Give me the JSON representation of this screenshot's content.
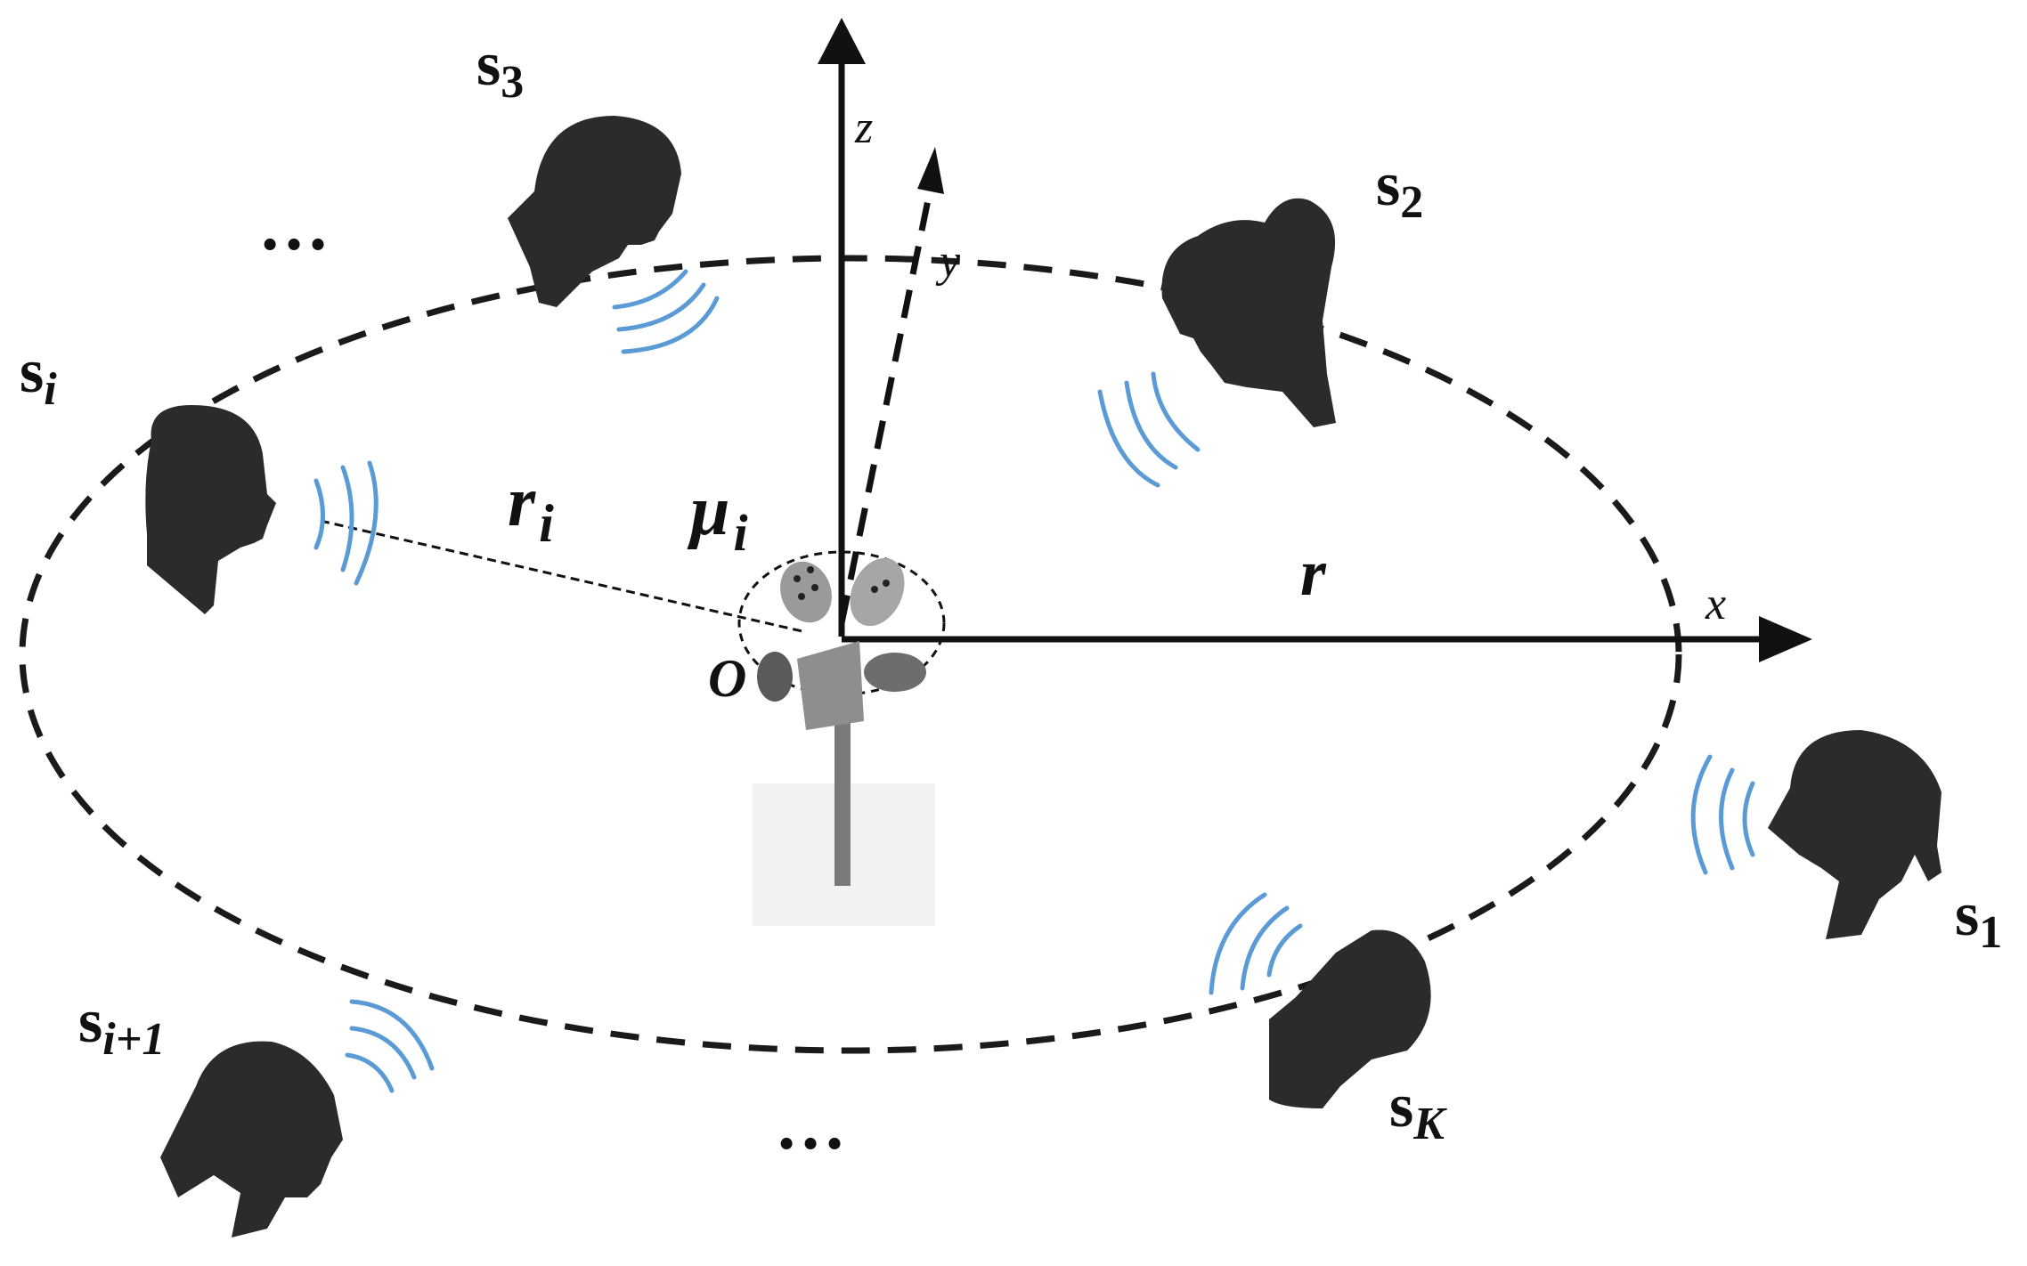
{
  "labels": {
    "z": "z",
    "y": "y",
    "x": "x",
    "origin": "O",
    "radius": "r",
    "radius_i": "r",
    "radius_i_sub": "i",
    "angle": "μ",
    "angle_sub": "i",
    "ellipsis_top": "…",
    "ellipsis_bottom": "…"
  },
  "speakers": [
    {
      "id": "s1",
      "base": "s",
      "sub": "1"
    },
    {
      "id": "s2",
      "base": "s",
      "sub": "2"
    },
    {
      "id": "s3",
      "base": "s",
      "sub": "3"
    },
    {
      "id": "si",
      "base": "s",
      "sub": "i"
    },
    {
      "id": "si1",
      "base": "s",
      "sub": "i+1"
    },
    {
      "id": "sK",
      "base": "s",
      "sub": "K"
    }
  ],
  "colors": {
    "wave": "#5b9bd5",
    "silhouette": "#2b2b2b",
    "lines": "#111111"
  }
}
